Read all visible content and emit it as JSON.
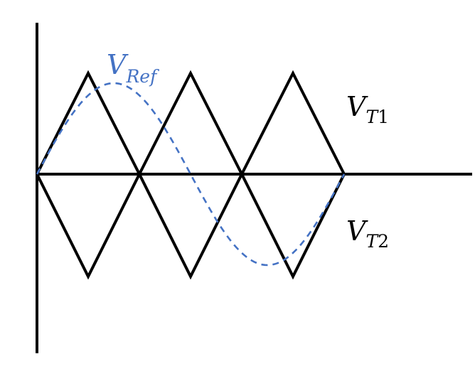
{
  "diagram": {
    "labels": {
      "ref": {
        "main": "V",
        "sub": "Ref",
        "color": "#4472c4"
      },
      "t1": {
        "main": "V",
        "sub_letter": "T",
        "sub_number": "1",
        "color": "#000000"
      },
      "t2": {
        "main": "V",
        "sub_letter": "T",
        "sub_number": "2",
        "color": "#000000"
      }
    },
    "colors": {
      "axis": "#000000",
      "carrier": "#000000",
      "reference": "#4472c4"
    }
  }
}
